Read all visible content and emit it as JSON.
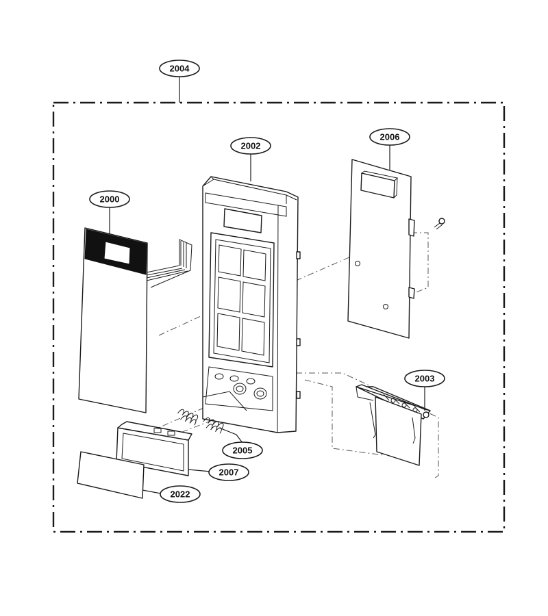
{
  "callouts": {
    "c2004": "2004",
    "c2002": "2002",
    "c2006": "2006",
    "c2000": "2000",
    "c2003": "2003",
    "c2005": "2005",
    "c2007": "2007",
    "c2022": "2022"
  },
  "colors": {
    "line": "#1a1a1a",
    "background": "#ffffff"
  }
}
